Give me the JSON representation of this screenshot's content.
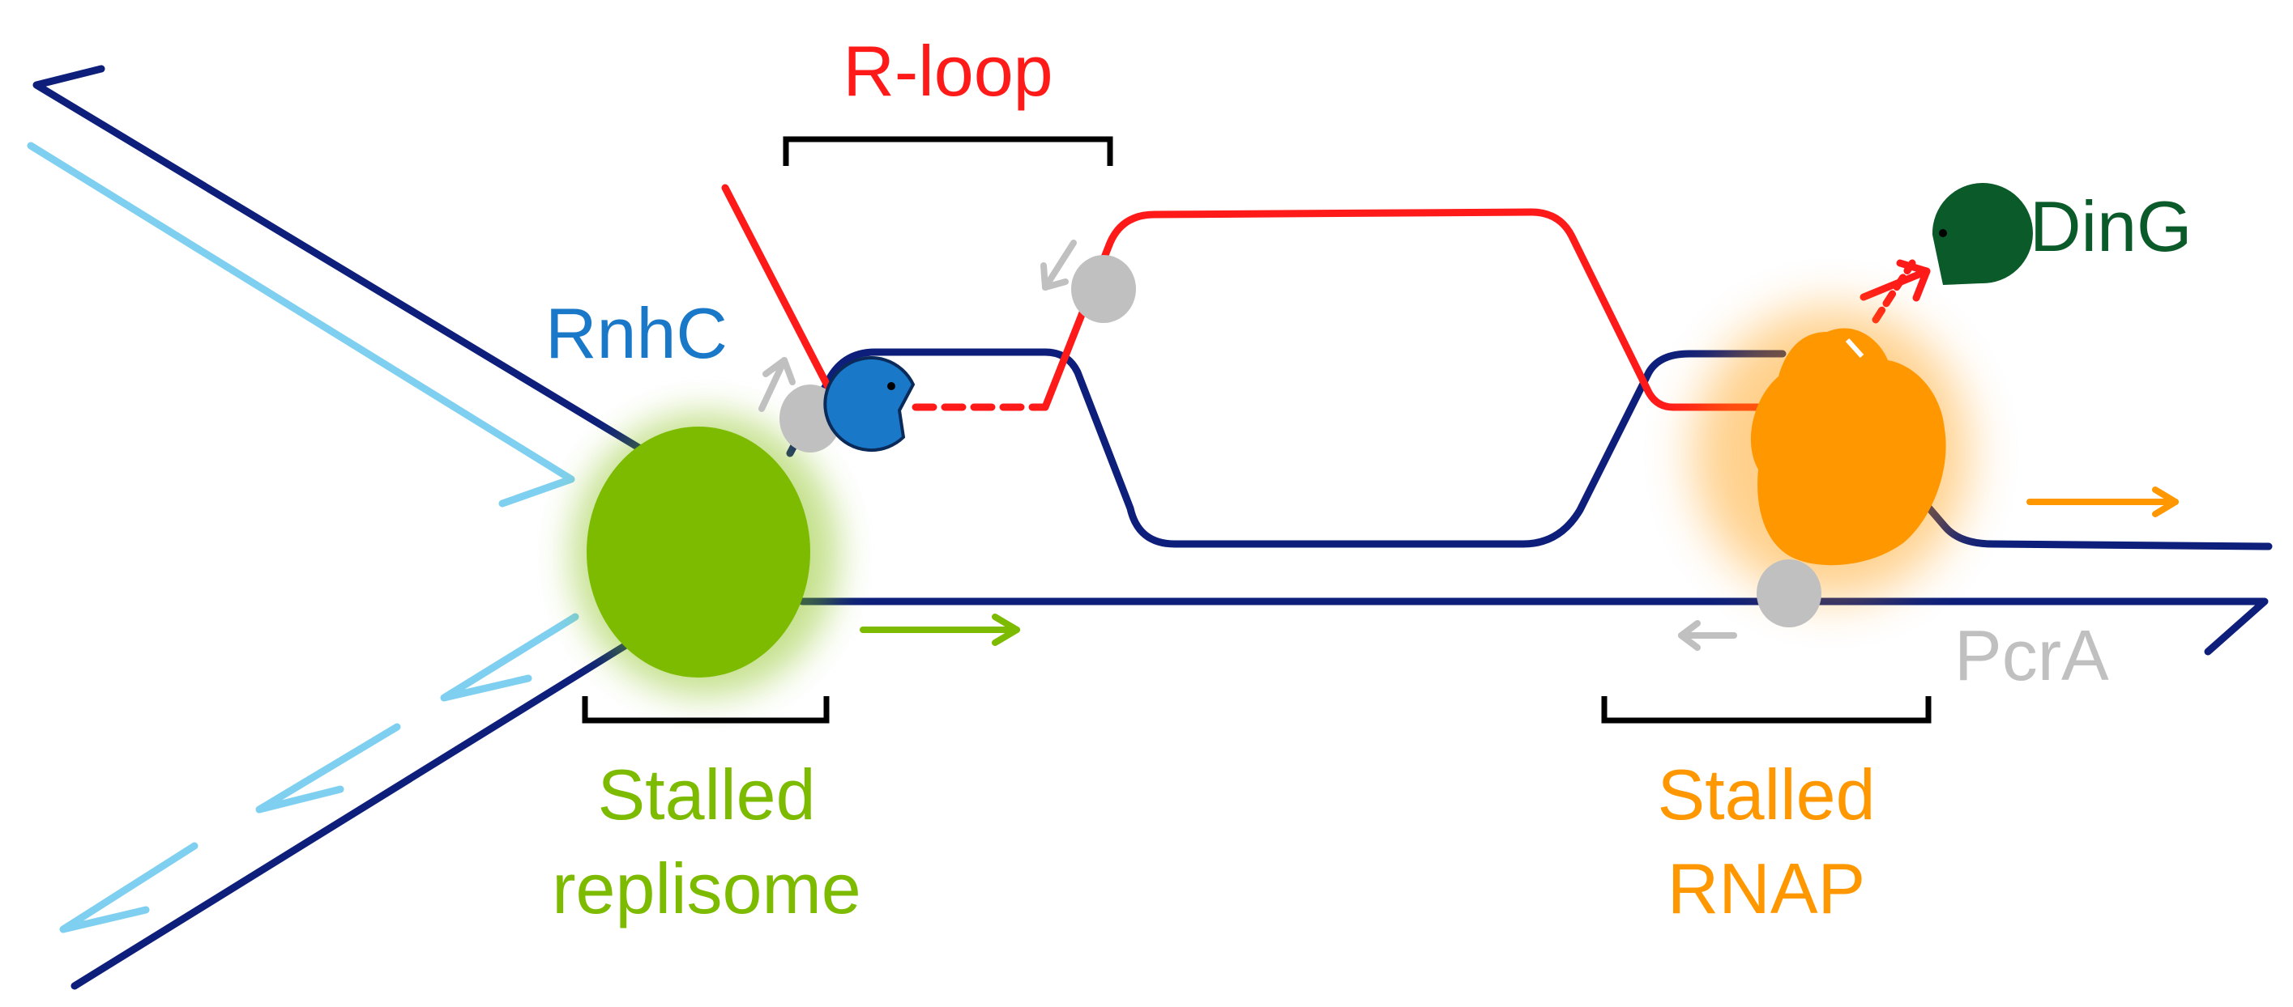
{
  "labels": {
    "rloop": "R-loop",
    "rnhc": "RnhC",
    "ding": "DinG",
    "pcra": "PcrA",
    "replisome_line1": "Stalled",
    "replisome_line2": "replisome",
    "rnap_line1": "Stalled",
    "rnap_line2": "RNAP"
  },
  "colors": {
    "dna_dark": "#0d1f7a",
    "dna_light": "#7fd0f0",
    "rna": "#ff1a1a",
    "rnhc": "#1a78c8",
    "ding": "#0a5a2a",
    "pcra": "#c0c0c0",
    "replisome": "#7dbb00",
    "rnap": "#ff9800",
    "bracket": "#000000"
  }
}
